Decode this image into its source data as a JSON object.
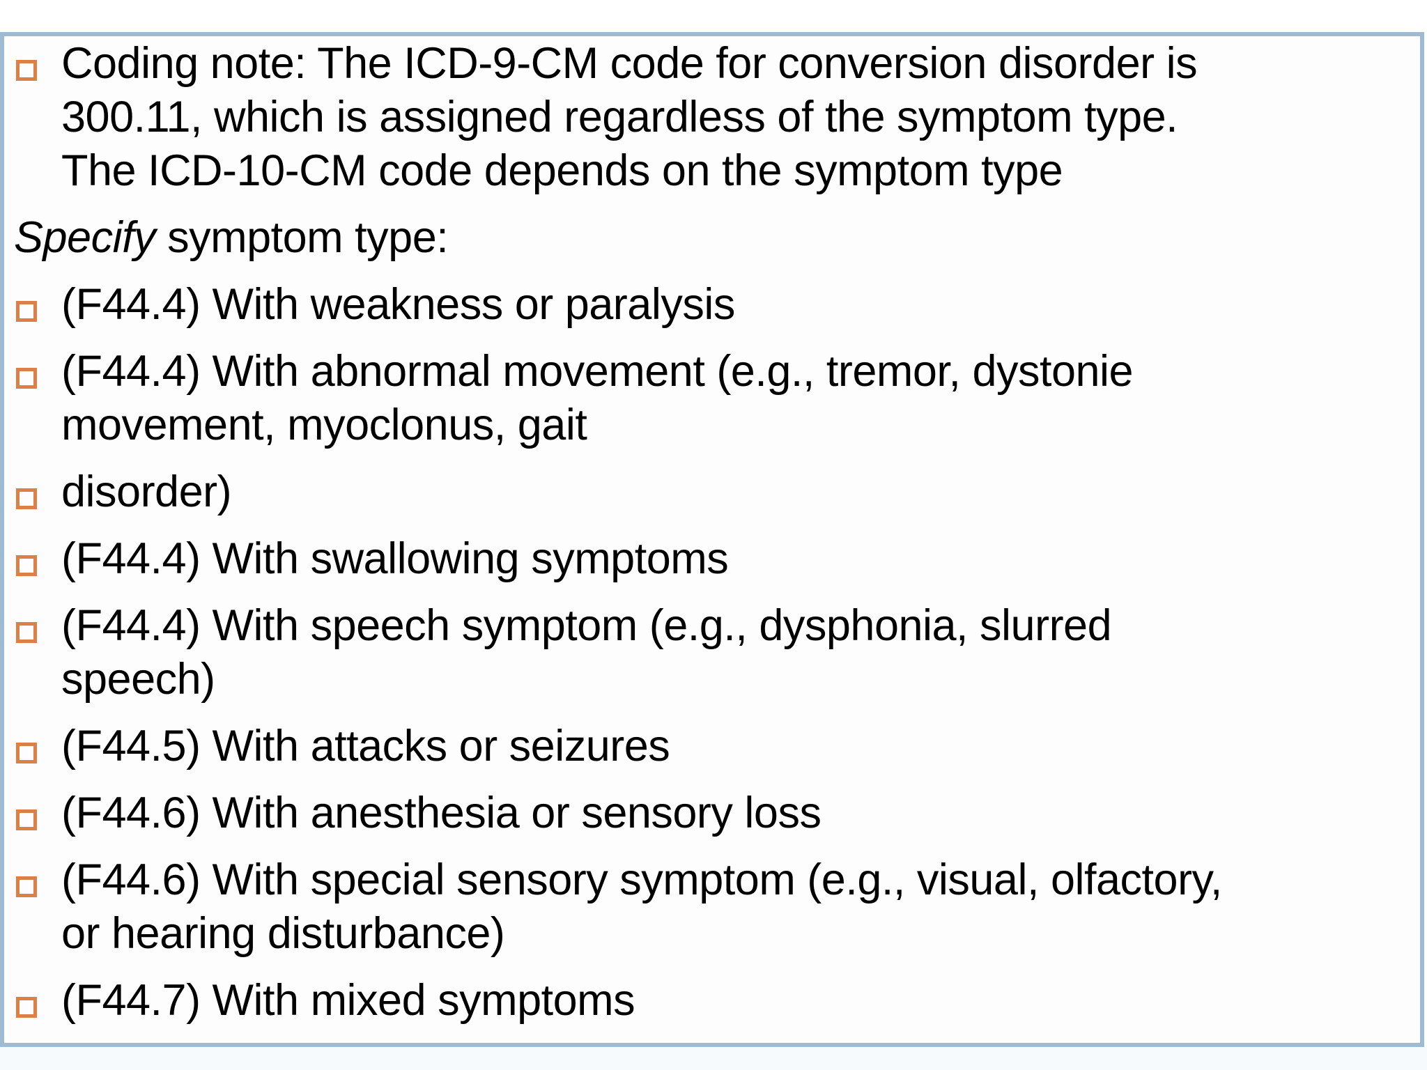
{
  "slide": {
    "colors": {
      "bullet": "#dd8047",
      "border": "#9fbbd4",
      "text": "#000000"
    },
    "items": [
      {
        "bullet": true,
        "lines": [
          "Coding note: The ICD-9-CM code for conversion disorder is",
          "300.11, which is assigned regardless of the symptom type.",
          "The ICD-10-CM code depends on the symptom type"
        ]
      },
      {
        "bullet": false,
        "italic": "Specify",
        "text": " symptom type:"
      },
      {
        "bullet": true,
        "lines": [
          "(F44.4) With weakness or paralysis"
        ]
      },
      {
        "bullet": true,
        "lines": [
          "(F44.4) With abnormal movement (e.g., tremor, dystonie",
          "movement, myoclonus, gait"
        ]
      },
      {
        "bullet": true,
        "lines": [
          "disorder)"
        ]
      },
      {
        "bullet": true,
        "lines": [
          "(F44.4) With swallowing symptoms"
        ]
      },
      {
        "bullet": true,
        "lines": [
          "(F44.4) With speech symptom (e.g., dysphonia, slurred",
          "speech)"
        ]
      },
      {
        "bullet": true,
        "lines": [
          "(F44.5) With attacks or seizures"
        ]
      },
      {
        "bullet": true,
        "lines": [
          "(F44.6) With anesthesia or sensory loss"
        ]
      },
      {
        "bullet": true,
        "lines": [
          "(F44.6) With special sensory symptom (e.g., visual, olfactory,",
          "or hearing disturbance)"
        ]
      },
      {
        "bullet": true,
        "lines": [
          "(F44.7) With mixed symptoms"
        ]
      }
    ]
  }
}
